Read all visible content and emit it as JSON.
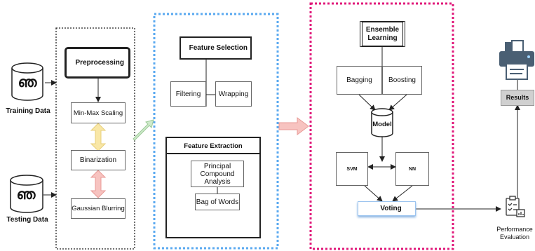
{
  "inputs": {
    "training_label": "Training Data",
    "testing_label": "Testing Data",
    "db_glyph": "ഞ"
  },
  "preprocessing": {
    "title": "Preprocessing",
    "steps": [
      "Min-Max Scaling",
      "Binarization",
      "Gaussian Blurring"
    ]
  },
  "features": {
    "selection_title": "Feature Selection",
    "selection_items": [
      "Filtering",
      "Wrapping"
    ],
    "extraction_title": "Feature Extraction",
    "extraction_items": [
      "Principal\nCompound\nAnalysis",
      "Bag of Words"
    ]
  },
  "ensemble": {
    "title": "Ensemble\nLearning",
    "methods": [
      "Bagging",
      "Boosting"
    ],
    "model_label": "Model",
    "classifiers": [
      "SVM",
      "NN"
    ],
    "voting_label": "Voting"
  },
  "outputs": {
    "results_label": "Results",
    "performance_label": "Performance\nEvaluation"
  },
  "colors": {
    "preprocessing_border": "#222222",
    "features_border": "#5aa9f0",
    "ensemble_border": "#e0187a",
    "arrow_green": "#cfeacc",
    "arrow_pink": "#f7c3c0",
    "arrow_yellow": "#f9e7a6"
  }
}
